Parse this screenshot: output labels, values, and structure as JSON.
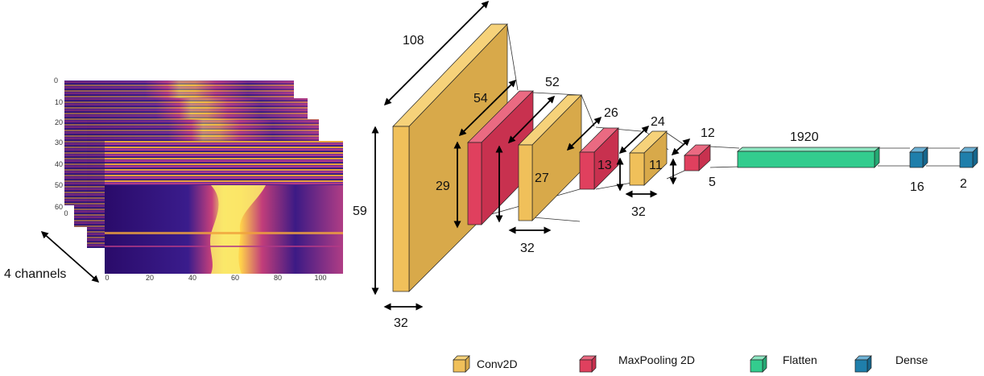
{
  "input": {
    "channels_label": "4 channels",
    "y_ticks": [
      "0",
      "10",
      "20",
      "30",
      "40",
      "50",
      "60"
    ],
    "x_ticks": [
      "0",
      "20",
      "40",
      "60",
      "80",
      "100"
    ],
    "back_x_tick": "0"
  },
  "dimensions": {
    "conv1_depth": "108",
    "conv1_height": "59",
    "conv1_filters": "32",
    "pool1_depth": "54",
    "pool1_height": "29",
    "conv2_depth": "52",
    "conv2_height": "27",
    "conv2_filters": "32",
    "pool2_depth": "26",
    "pool2_height": "13",
    "conv3_depth": "24",
    "conv3_height": "11",
    "conv3_filters": "32",
    "pool3_depth": "12",
    "pool3_height": "5",
    "flatten_units": "1920",
    "dense1_units": "16",
    "dense2_units": "2"
  },
  "legend": {
    "conv": "Conv2D",
    "pool": "MaxPooling 2D",
    "flatten": "Flatten",
    "dense": "Dense"
  },
  "colors": {
    "conv": "#f0c05a",
    "pool": "#e0405e",
    "flatten": "#33cc8e",
    "dense": "#1f7fab"
  }
}
